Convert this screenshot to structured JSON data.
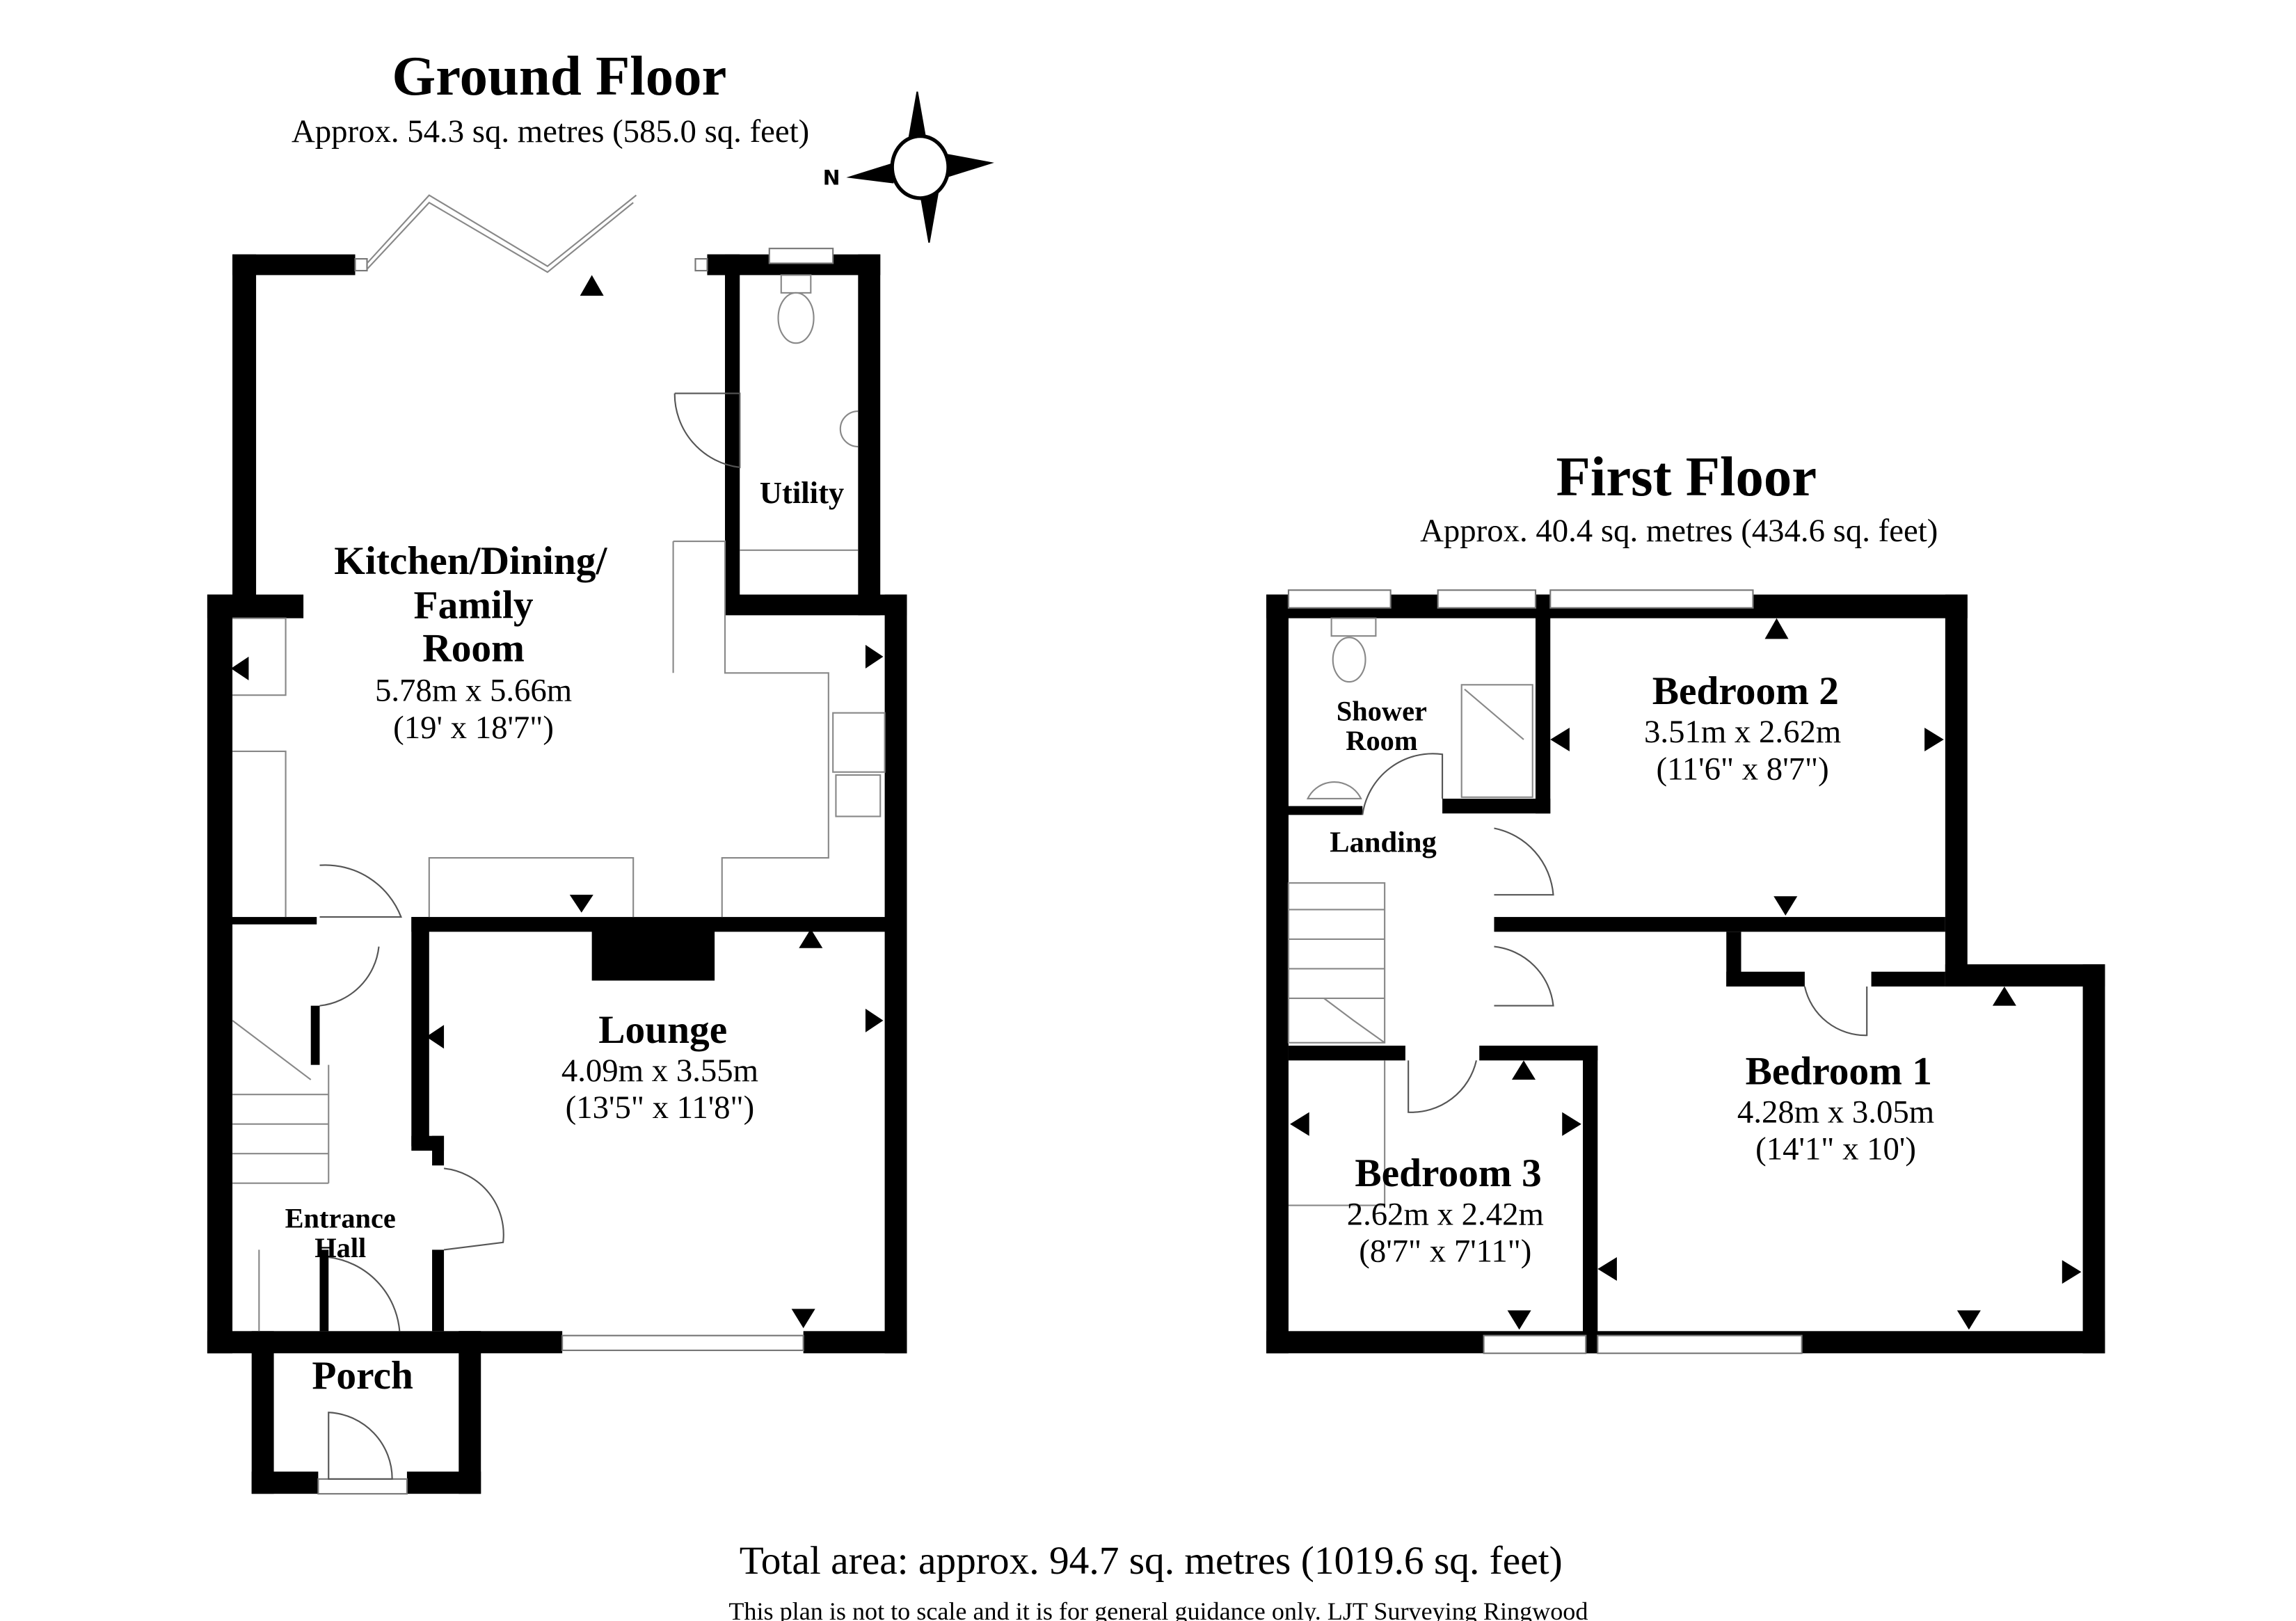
{
  "ground_floor": {
    "title": "Ground Floor",
    "area": "Approx. 54.3 sq. metres (585.0 sq. feet)",
    "rooms": [
      {
        "name_lines": [
          "Kitchen/Dining/",
          "Family",
          "Room"
        ],
        "metric": "5.78m x 5.66m",
        "imperial": "(19' x 18'7\")"
      },
      {
        "name_lines": [
          "Utility"
        ]
      },
      {
        "name_lines": [
          "Lounge"
        ],
        "metric": "4.09m x 3.55m",
        "imperial": "(13'5\" x 11'8\")"
      },
      {
        "name_lines": [
          "Entrance",
          "Hall"
        ]
      },
      {
        "name_lines": [
          "Porch"
        ]
      }
    ]
  },
  "first_floor": {
    "title": "First Floor",
    "area": "Approx. 40.4 sq. metres (434.6 sq. feet)",
    "rooms": [
      {
        "name_lines": [
          "Shower",
          "Room"
        ]
      },
      {
        "name_lines": [
          "Bedroom 2"
        ],
        "metric": "3.51m x 2.62m",
        "imperial": "(11'6\" x 8'7\")"
      },
      {
        "name_lines": [
          "Landing"
        ]
      },
      {
        "name_lines": [
          "Bedroom 1"
        ],
        "metric": "4.28m x 3.05m",
        "imperial": "(14'1\" x 10')"
      },
      {
        "name_lines": [
          "Bedroom 3"
        ],
        "metric": "2.62m x 2.42m",
        "imperial": "(8'7\" x 7'11\")"
      }
    ]
  },
  "compass": {
    "icon": "compass-north-left-icon",
    "label": "N"
  },
  "total_area": "Total area: approx. 94.7 sq. metres (1019.6 sq. feet)",
  "disclaimer": "This plan is not to scale and it is for general guidance only. LJT Surveying Ringwood"
}
